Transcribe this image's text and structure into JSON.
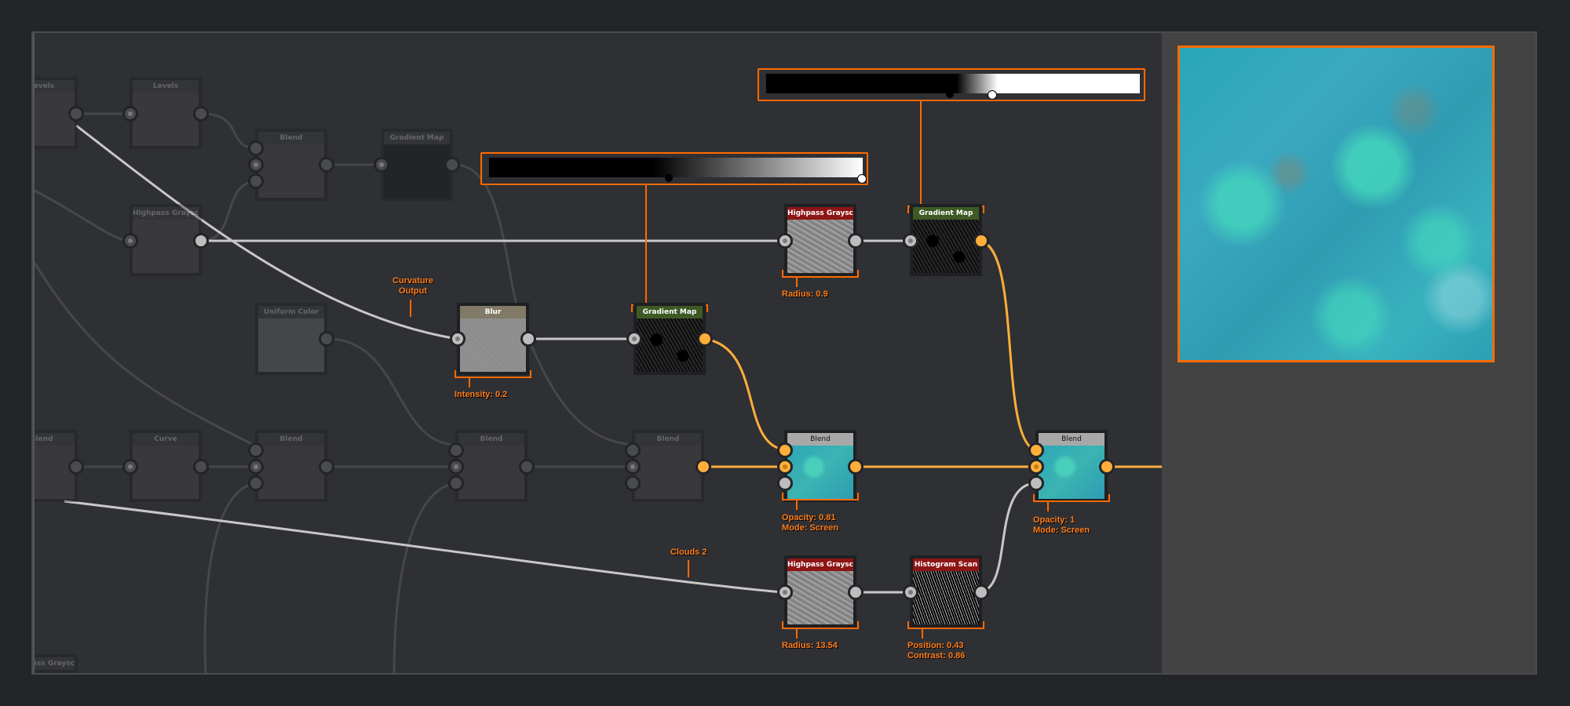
{
  "graph": {
    "nodes": [
      {
        "id": "levels-1",
        "title": "Levels",
        "state": "dimmed"
      },
      {
        "id": "levels-2",
        "title": "Levels",
        "state": "dimmed"
      },
      {
        "id": "blend-top",
        "title": "Blend",
        "state": "dimmed"
      },
      {
        "id": "gradient-map-dim",
        "title": "Gradient Map",
        "state": "dimmed"
      },
      {
        "id": "highpass-dim",
        "title": "Highpass Grayscale",
        "state": "dimmed"
      },
      {
        "id": "uniform-color",
        "title": "Uniform Color",
        "state": "dimmed"
      },
      {
        "id": "blend-left",
        "title": "Blend",
        "state": "dimmed"
      },
      {
        "id": "curve",
        "title": "Curve",
        "state": "dimmed"
      },
      {
        "id": "blend-mid-1",
        "title": "Blend",
        "state": "dimmed"
      },
      {
        "id": "blend-mid-2",
        "title": "Blend",
        "state": "dimmed"
      },
      {
        "id": "blend-mid-3",
        "title": "Blend",
        "state": "dimmed"
      },
      {
        "id": "highpass-bottom-dim",
        "title": "Highpass Grayscale",
        "state": "dimmed"
      },
      {
        "id": "blur",
        "title": "Blur",
        "state": "active",
        "param_lines": [
          "Intensity: 0.2"
        ]
      },
      {
        "id": "gradient-map-1",
        "title": "Gradient Map",
        "state": "active"
      },
      {
        "id": "highpass-1",
        "title": "Highpass Grayscale",
        "state": "active",
        "param_lines": [
          "Radius: 0.9"
        ]
      },
      {
        "id": "gradient-map-2",
        "title": "Gradient Map",
        "state": "active"
      },
      {
        "id": "blend-1",
        "title": "Blend",
        "state": "active",
        "param_lines": [
          "Opacity: 0.81",
          "Mode: Screen"
        ]
      },
      {
        "id": "blend-2",
        "title": "Blend",
        "state": "active",
        "param_lines": [
          "Opacity: 1",
          "Mode: Screen"
        ]
      },
      {
        "id": "highpass-2",
        "title": "Highpass Grayscale",
        "state": "active",
        "param_lines": [
          "Radius: 13.54"
        ]
      },
      {
        "id": "histogram-scan",
        "title": "Histogram Scan",
        "state": "active",
        "param_lines": [
          "Position: 0.43",
          "Contrast: 0.86"
        ]
      }
    ],
    "annotations": {
      "curvature": [
        "Curvature",
        "Output"
      ],
      "clouds": "Clouds 2"
    },
    "gradient_editors": [
      {
        "for": "gradient-map-1",
        "black_stop": 0.44,
        "white_stop": 1.0
      },
      {
        "for": "gradient-map-2",
        "black_stop": 0.51,
        "white_stop": 0.62
      }
    ]
  },
  "colors": {
    "accent": "#ff6a00",
    "active_wire": "#ffae3a",
    "highpass_header": "#8d1516",
    "gradient_header": "#3d5a25",
    "blur_header": "#807a66"
  },
  "preview": {
    "name": "material-preview"
  }
}
